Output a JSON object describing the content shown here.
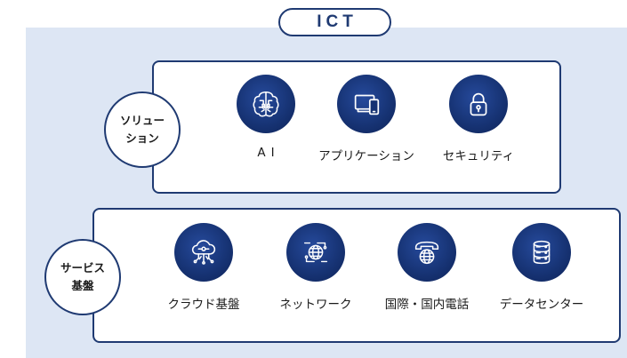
{
  "title": "ICT",
  "groups": {
    "solution": {
      "label": "ソリュー\nション",
      "items": [
        {
          "label": "AI",
          "icon": "brain-circuit-icon"
        },
        {
          "label": "アプリケーション",
          "icon": "devices-icon"
        },
        {
          "label": "セキュリティ",
          "icon": "padlock-icon"
        }
      ]
    },
    "service": {
      "label": "サービス\n基盤",
      "items": [
        {
          "label": "クラウド基盤",
          "icon": "cloud-network-icon"
        },
        {
          "label": "ネットワーク",
          "icon": "globe-network-icon"
        },
        {
          "label": "国際・国内電話",
          "icon": "telephone-globe-icon"
        },
        {
          "label": "データセンター",
          "icon": "database-server-icon"
        }
      ]
    }
  },
  "colors": {
    "accent": "#1f3a72",
    "icon_fill": "#163272",
    "panel_bg": "#dde6f4",
    "box_bg": "#ffffff"
  }
}
